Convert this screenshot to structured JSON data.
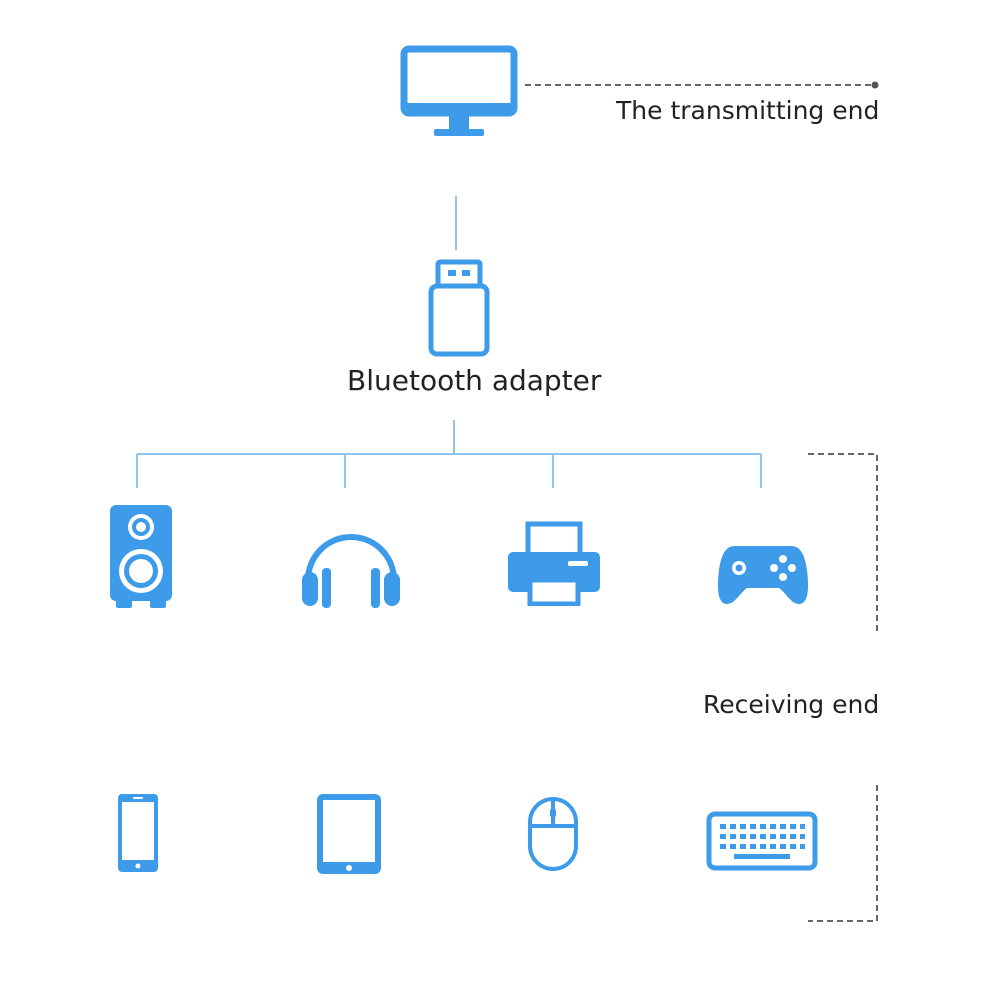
{
  "colors": {
    "icon": "#3e9bea",
    "wire": "#8ec4ee",
    "dashed": "#666666",
    "text": "#222222"
  },
  "labels": {
    "transmitting_end": "The transmitting end",
    "bluetooth_adapter": "Bluetooth adapter",
    "receiving_end": "Receiving end"
  },
  "icons": {
    "transmitter": "monitor-icon",
    "adapter": "usb-dongle-icon",
    "receivers_row1": [
      "speaker-icon",
      "headphones-icon",
      "printer-icon",
      "gamepad-icon"
    ],
    "receivers_row2": [
      "smartphone-icon",
      "tablet-icon",
      "mouse-icon",
      "keyboard-icon"
    ]
  }
}
